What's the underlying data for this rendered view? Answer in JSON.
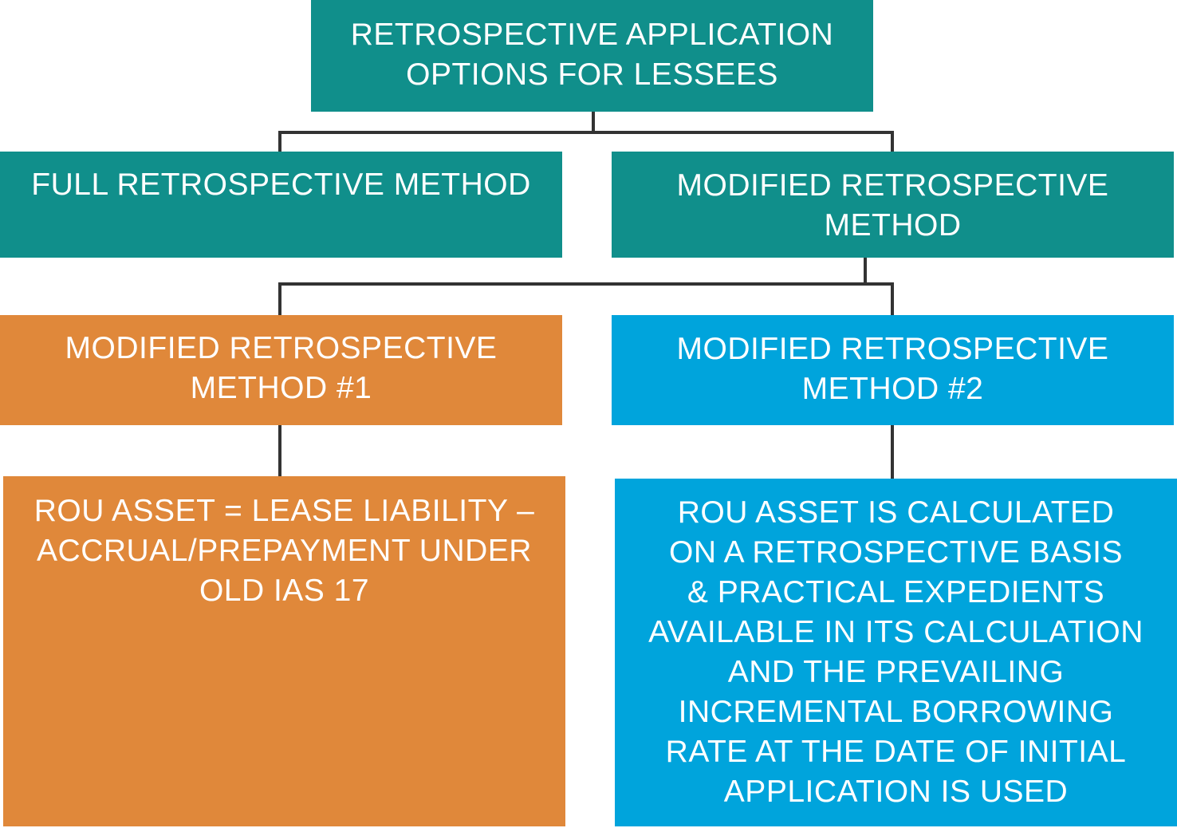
{
  "diagram": {
    "root": {
      "lines": [
        "RETROSPECTIVE APPLICATION",
        "OPTIONS FOR LESSEES"
      ]
    },
    "full_method": {
      "lines": [
        "FULL RETROSPECTIVE METHOD"
      ]
    },
    "modified_method": {
      "lines": [
        "MODIFIED RETROSPECTIVE",
        "METHOD"
      ]
    },
    "method_1": {
      "lines": [
        "MODIFIED RETROSPECTIVE",
        "METHOD #1"
      ]
    },
    "method_2": {
      "lines": [
        "MODIFIED RETROSPECTIVE",
        "METHOD #2"
      ]
    },
    "method_1_detail": {
      "lines": [
        "ROU ASSET = LEASE LIABILITY –",
        "ACCRUAL/PREPAYMENT UNDER",
        "OLD IAS 17"
      ]
    },
    "method_2_detail": {
      "lines": [
        "ROU ASSET IS CALCULATED",
        "ON A RETROSPECTIVE BASIS",
        "& PRACTICAL EXPEDIENTS",
        "AVAILABLE IN ITS CALCULATION",
        "AND THE PREVAILING",
        "INCREMENTAL BORROWING",
        "RATE AT THE DATE OF INITIAL",
        "APPLICATION IS USED"
      ]
    },
    "colors": {
      "teal": "#108f8b",
      "orange": "#e0883a",
      "blue": "#00a4dc",
      "connector": "#333333"
    }
  }
}
